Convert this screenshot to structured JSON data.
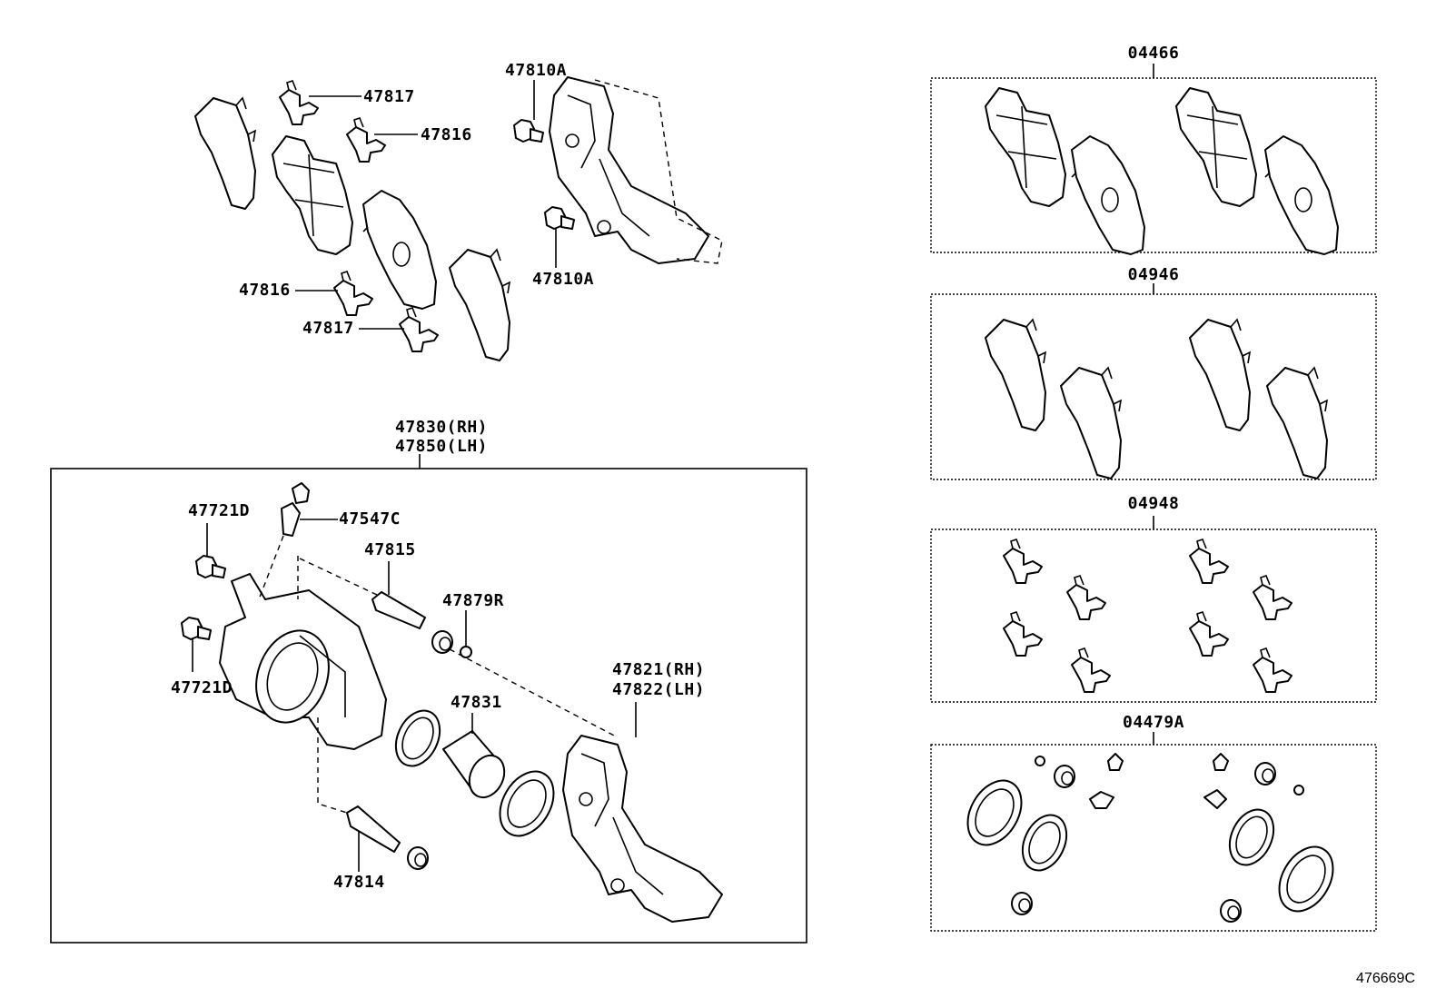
{
  "labels": {
    "top_47817_a": "47817",
    "top_47816_a": "47816",
    "top_47816_b": "47816",
    "top_47817_b": "47817",
    "top_47810A_a": "47810A",
    "top_47810A_b": "47810A",
    "asm_rh": "47830(RH)",
    "asm_lh": "47850(LH)",
    "p47721D_a": "47721D",
    "p47721D_b": "47721D",
    "p47547C": "47547C",
    "p47815": "47815",
    "p47879R": "47879R",
    "p47821_rh": "47821(RH)",
    "p47822_lh": "47822(LH)",
    "p47831": "47831",
    "p47814": "47814"
  },
  "kits": {
    "k1": "04466",
    "k2": "04946",
    "k3": "04948",
    "k4": "04479A"
  },
  "diagram_ref": "476669C"
}
